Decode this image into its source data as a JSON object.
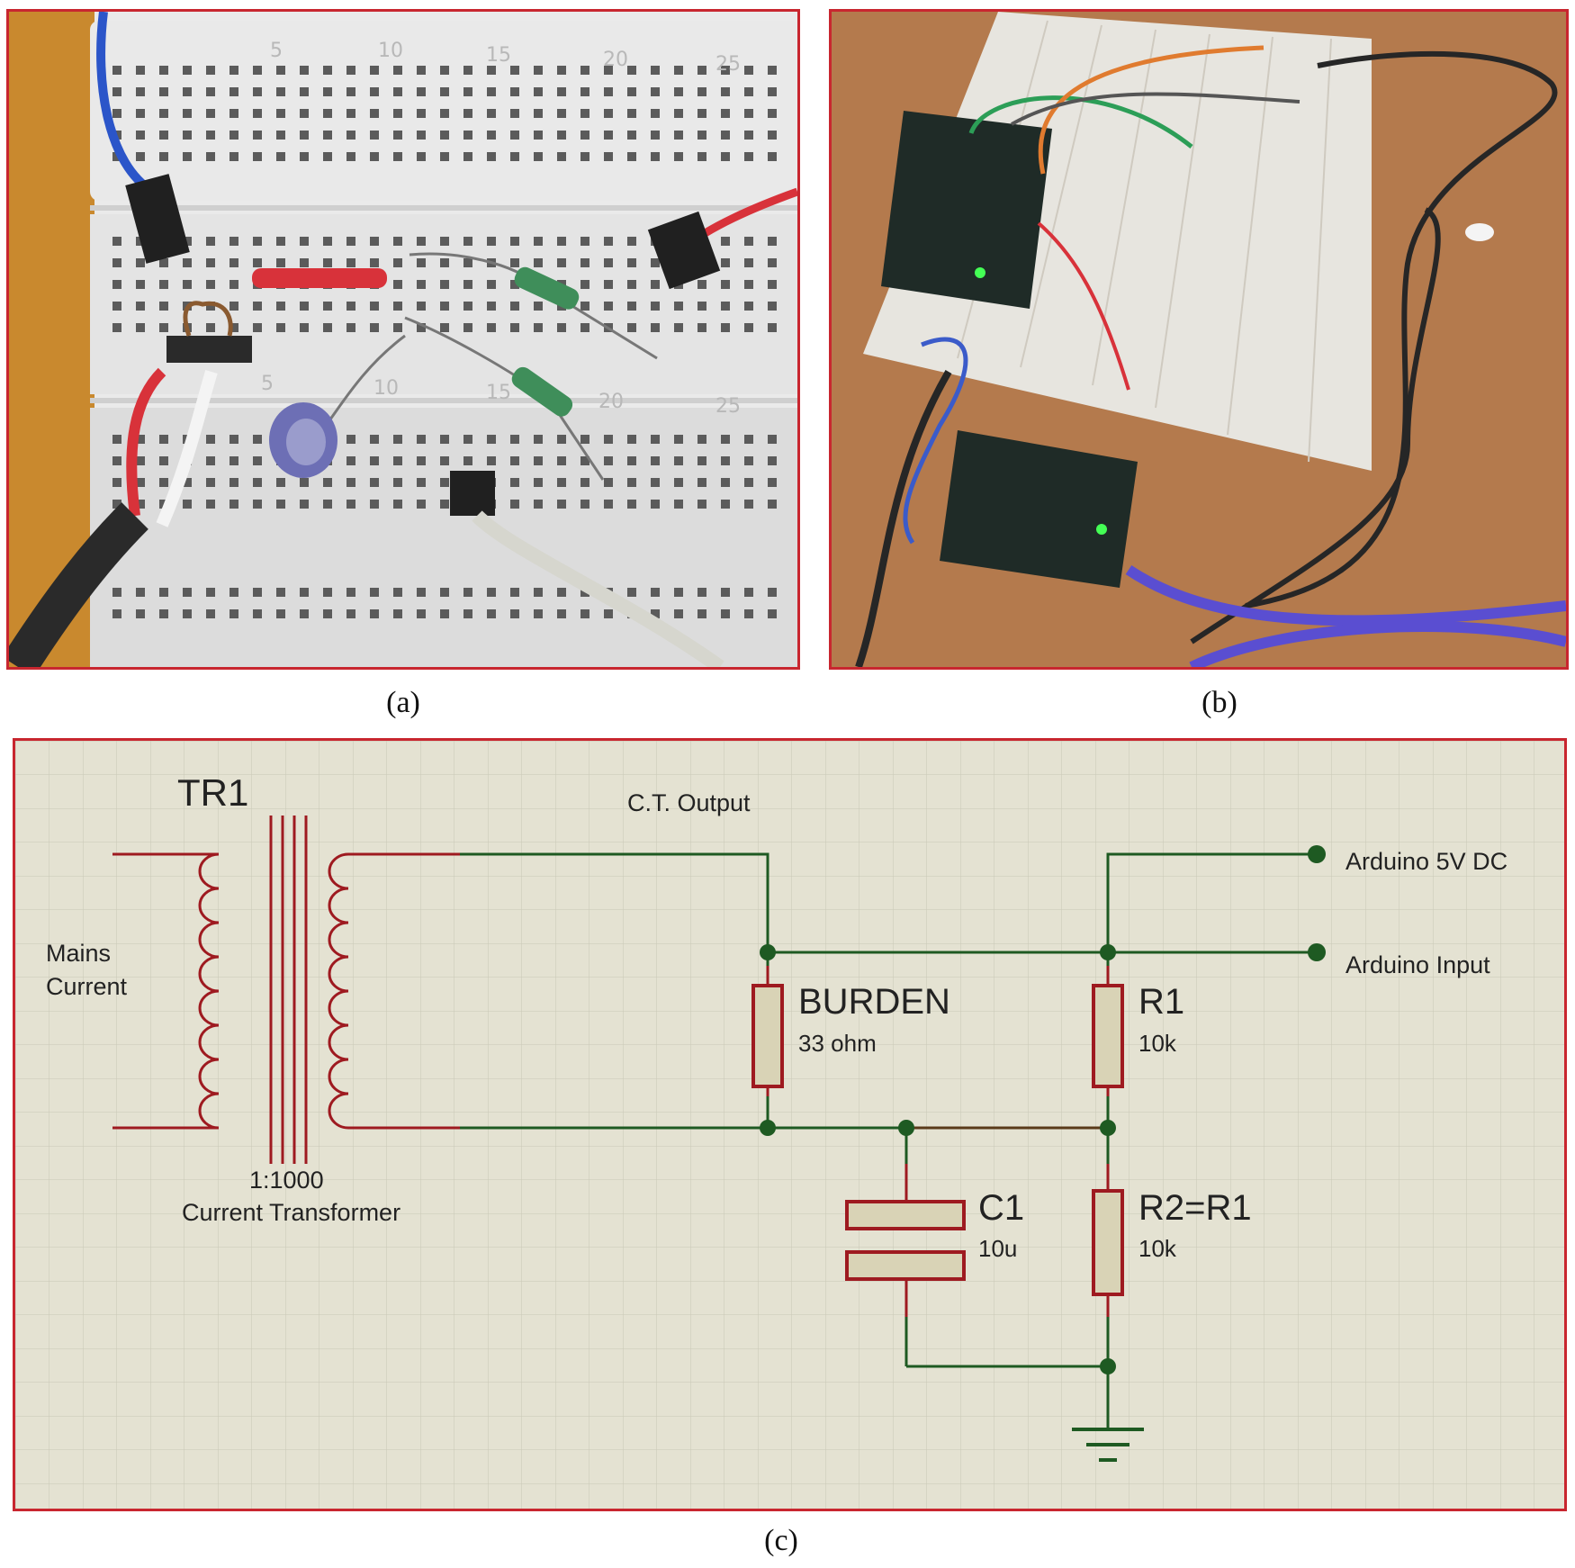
{
  "panels": {
    "a": {
      "caption": "(a)"
    },
    "b": {
      "caption": "(b)"
    },
    "c": {
      "caption": "(c)"
    }
  },
  "breadboard_a": {
    "column_numbers_top": [
      "5",
      "10",
      "15",
      "20",
      "25"
    ],
    "column_numbers_bottom": [
      "5",
      "10",
      "15",
      "20",
      "25"
    ]
  },
  "schematic": {
    "transformer_ref": "TR1",
    "primary_label_line1": "Mains",
    "primary_label_line2": "Current",
    "ratio": "1:1000",
    "transformer_desc": "Current Transformer",
    "ct_output_label": "C.T. Output",
    "burden_ref": "BURDEN",
    "burden_value": "33 ohm",
    "r1_ref": "R1",
    "r1_value": "10k",
    "r2_ref": "R2=R1",
    "r2_value": "10k",
    "c1_ref": "C1",
    "c1_value": "10u",
    "arduino_5v": "Arduino 5V DC",
    "arduino_input": "Arduino Input"
  },
  "colors": {
    "frame": "#c8262f",
    "grid_bg": "#e4e2d2",
    "grid_line": "#c9c8b6",
    "wire_green": "#1e5a22",
    "component_red": "#9e1a20",
    "component_fill": "#d9d3b6"
  }
}
